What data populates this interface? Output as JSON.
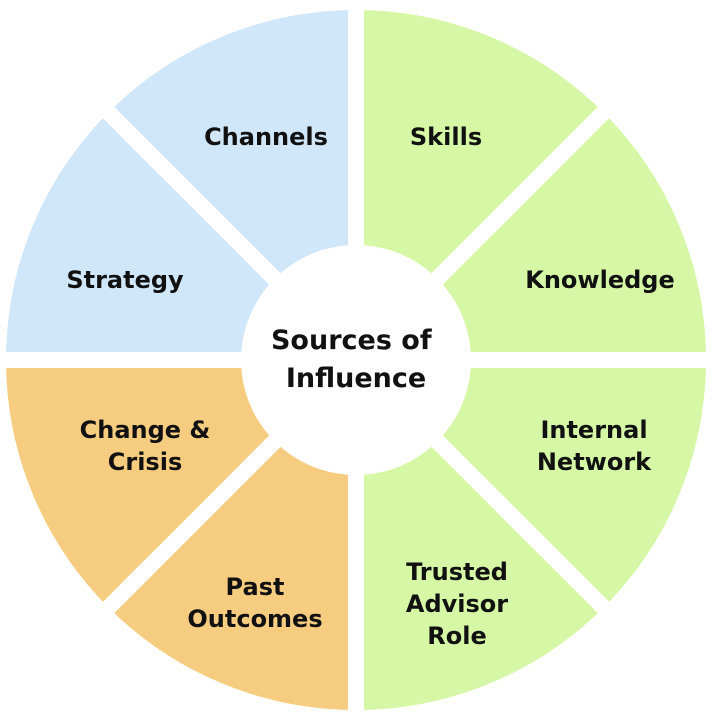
{
  "diagram": {
    "center": {
      "lines": [
        "Sources of",
        "Influence"
      ]
    },
    "segments": [
      {
        "lines": [
          "Skills"
        ],
        "color": "#d5f7a6"
      },
      {
        "lines": [
          "Knowledge"
        ],
        "color": "#d5f7a6"
      },
      {
        "lines": [
          "Internal",
          "Network"
        ],
        "color": "#d5f7a6"
      },
      {
        "lines": [
          "Trusted",
          "Advisor",
          "Role"
        ],
        "color": "#d5f7a6"
      },
      {
        "lines": [
          "Past",
          "Outcomes"
        ],
        "color": "#f6cd80"
      },
      {
        "lines": [
          "Change &",
          "Crisis"
        ],
        "color": "#f6cd80"
      },
      {
        "lines": [
          "Strategy"
        ],
        "color": "#cfe7f8"
      },
      {
        "lines": [
          "Channels"
        ],
        "color": "#cfe7f8"
      }
    ]
  }
}
